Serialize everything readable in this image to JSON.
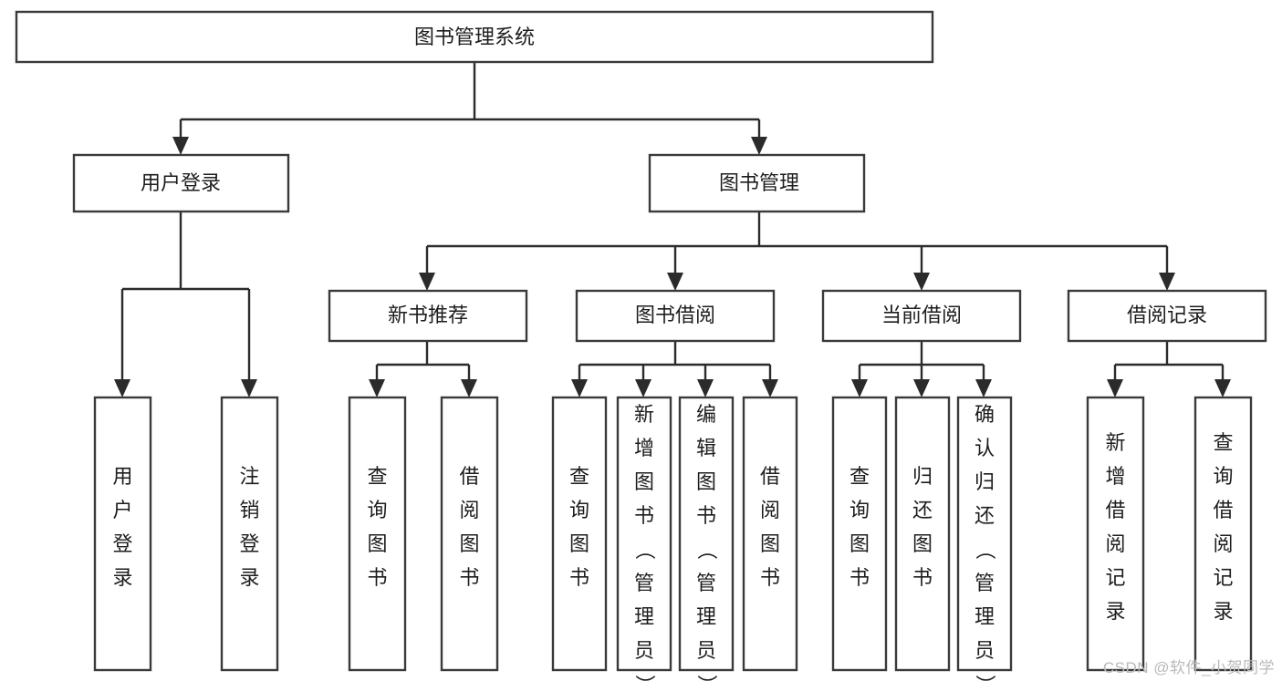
{
  "diagram": {
    "title": "图书管理系统",
    "watermark": "CSDN @软件_小贺同学",
    "orientation": "top-down tree",
    "levels": 4,
    "nodes": {
      "root": {
        "label": "图书管理系统",
        "level": 0
      },
      "user_login": {
        "label": "用户登录",
        "level": 1
      },
      "book_manage": {
        "label": "图书管理",
        "level": 1
      },
      "new_book_rec": {
        "label": "新书推荐",
        "level": 2
      },
      "book_borrow": {
        "label": "图书借阅",
        "level": 2
      },
      "current_borrow": {
        "label": "当前借阅",
        "level": 2
      },
      "borrow_record": {
        "label": "借阅记录",
        "level": 2
      },
      "leaf_user_login": {
        "label": "用户登录",
        "level": 2
      },
      "leaf_user_logout": {
        "label": "注销登录",
        "level": 2
      },
      "leaf_rec_query": {
        "label": "查询图书",
        "level": 3
      },
      "leaf_rec_borrow": {
        "label": "借阅图书",
        "level": 3
      },
      "leaf_borrow_query": {
        "label": "查询图书",
        "level": 3
      },
      "leaf_borrow_add": {
        "label": "新增图书（管理员）",
        "level": 3
      },
      "leaf_borrow_edit": {
        "label": "编辑图书（管理员）",
        "level": 3
      },
      "leaf_borrow_do": {
        "label": "借阅图书",
        "level": 3
      },
      "leaf_cur_query": {
        "label": "查询图书",
        "level": 3
      },
      "leaf_cur_return": {
        "label": "归还图书",
        "level": 3
      },
      "leaf_cur_confirm": {
        "label": "确认归还（管理员）",
        "level": 3
      },
      "leaf_rec_add": {
        "label": "新增借阅记录",
        "level": 3
      },
      "leaf_rec_query2": {
        "label": "查询借阅记录",
        "level": 3
      }
    },
    "edges": [
      {
        "from": "root",
        "to": "user_login"
      },
      {
        "from": "root",
        "to": "book_manage"
      },
      {
        "from": "user_login",
        "to": "leaf_user_login"
      },
      {
        "from": "user_login",
        "to": "leaf_user_logout"
      },
      {
        "from": "book_manage",
        "to": "new_book_rec"
      },
      {
        "from": "book_manage",
        "to": "book_borrow"
      },
      {
        "from": "book_manage",
        "to": "current_borrow"
      },
      {
        "from": "book_manage",
        "to": "borrow_record"
      },
      {
        "from": "new_book_rec",
        "to": "leaf_rec_query"
      },
      {
        "from": "new_book_rec",
        "to": "leaf_rec_borrow"
      },
      {
        "from": "book_borrow",
        "to": "leaf_borrow_query"
      },
      {
        "from": "book_borrow",
        "to": "leaf_borrow_add"
      },
      {
        "from": "book_borrow",
        "to": "leaf_borrow_edit"
      },
      {
        "from": "book_borrow",
        "to": "leaf_borrow_do"
      },
      {
        "from": "current_borrow",
        "to": "leaf_cur_query"
      },
      {
        "from": "current_borrow",
        "to": "leaf_cur_return"
      },
      {
        "from": "current_borrow",
        "to": "leaf_cur_confirm"
      },
      {
        "from": "borrow_record",
        "to": "leaf_rec_add"
      },
      {
        "from": "borrow_record",
        "to": "leaf_rec_query2"
      }
    ],
    "colors": {
      "box_fill": "#ffffff",
      "box_stroke": "#3a3a3a",
      "connector": "#2b2b2b",
      "text": "#1d1d1d",
      "watermark": "#b9b9b9",
      "background": "#ffffff"
    }
  }
}
